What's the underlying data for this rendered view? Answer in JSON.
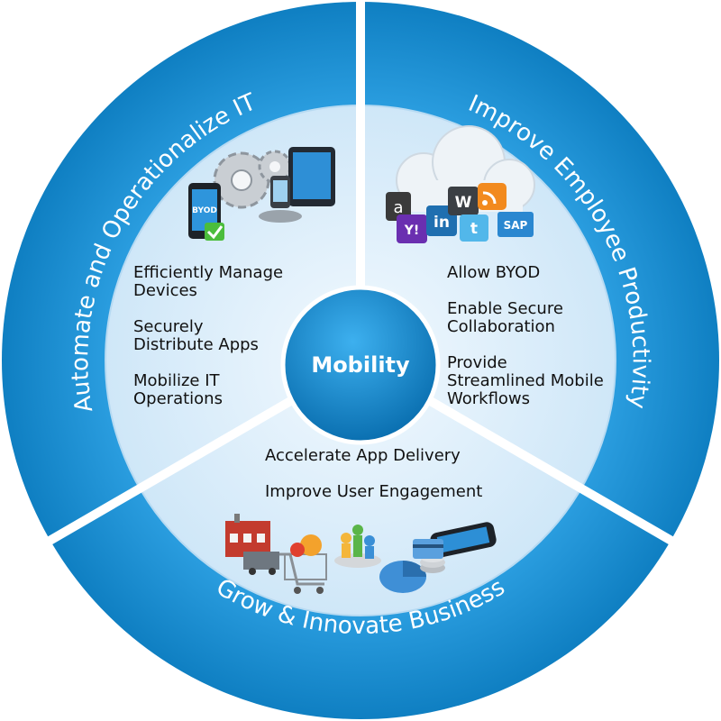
{
  "colors": {
    "outer_ring": "#1a8fd0",
    "inner_disc": "#d5ebf9",
    "divider": "#ffffff",
    "center": "#1583c8",
    "ring_text": "#ffffff",
    "body_text": "#111111"
  },
  "ring": {
    "left_label": "Automate and Operationalize IT",
    "right_label": "Improve Employee Productivity",
    "bottom_label": "Grow & Innovate Business"
  },
  "center": {
    "label": "Mobility"
  },
  "sections": {
    "left": {
      "items": [
        "Efficiently Manage\nDevices",
        "Securely\nDistribute Apps",
        "Mobilize IT\nOperations"
      ],
      "icons": [
        "gears-icon",
        "tablet-icon",
        "smartphone-icon",
        "byod-phone-icon",
        "checkmark-icon"
      ],
      "phone_text": "BYOD"
    },
    "right": {
      "items": [
        "Allow BYOD",
        "Enable Secure\nCollaboration",
        "Provide\nStreamlined Mobile\nWorkflows"
      ],
      "icons": [
        "cloud-icon",
        "amazon-icon",
        "yahoo-icon",
        "linkedin-icon",
        "wordpress-icon",
        "twitter-icon",
        "rss-icon",
        "sap-icon"
      ],
      "badges": [
        "a",
        "Y!",
        "in",
        "W",
        "t",
        "SAP"
      ]
    },
    "bottom": {
      "items": [
        "Accelerate App Delivery",
        "Improve User Engagement"
      ],
      "icons": [
        "factory-icon",
        "truck-icon",
        "shopping-cart-icon",
        "people-icon",
        "pie-chart-icon",
        "coins-icon",
        "smartphone-icon",
        "credit-card-icon"
      ]
    }
  }
}
